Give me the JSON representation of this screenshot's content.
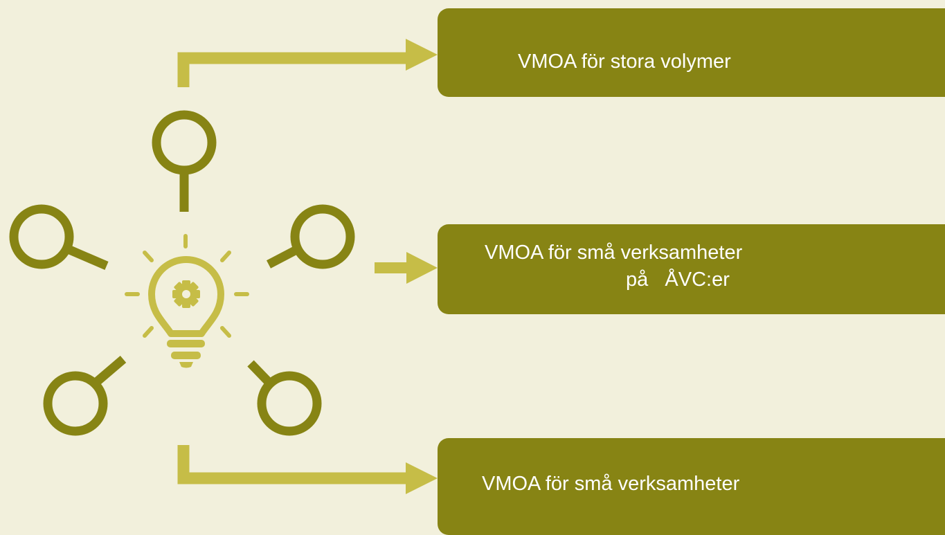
{
  "boxes": [
    {
      "lines": [
        "VMOA för stora volymer"
      ]
    },
    {
      "lines": [
        "VMOA för små verksamheter",
        "på   ÅVC:er"
      ]
    },
    {
      "lines": [
        "VMOA för små verksamheter"
      ]
    }
  ],
  "icons": {
    "central": "lightbulb-gear-icon",
    "satellites": "magnifier-icon"
  },
  "colors": {
    "background": "#f2f0dc",
    "dark_olive": "#878414",
    "light_olive": "#c6bd47",
    "box_text": "#ffffff"
  }
}
